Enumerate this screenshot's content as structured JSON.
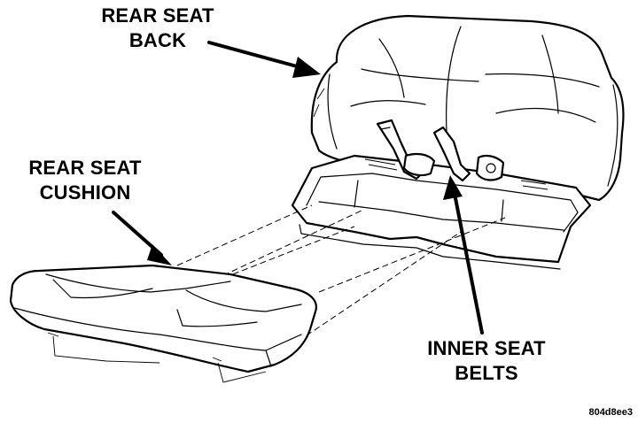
{
  "labels": {
    "rear_seat_back": [
      "REAR SEAT",
      "BACK"
    ],
    "rear_seat_cushion": [
      "REAR SEAT",
      "CUSHION"
    ],
    "inner_seat_belts": [
      "INNER SEAT",
      "BELTS"
    ]
  },
  "figure_id": "804d8ee3"
}
